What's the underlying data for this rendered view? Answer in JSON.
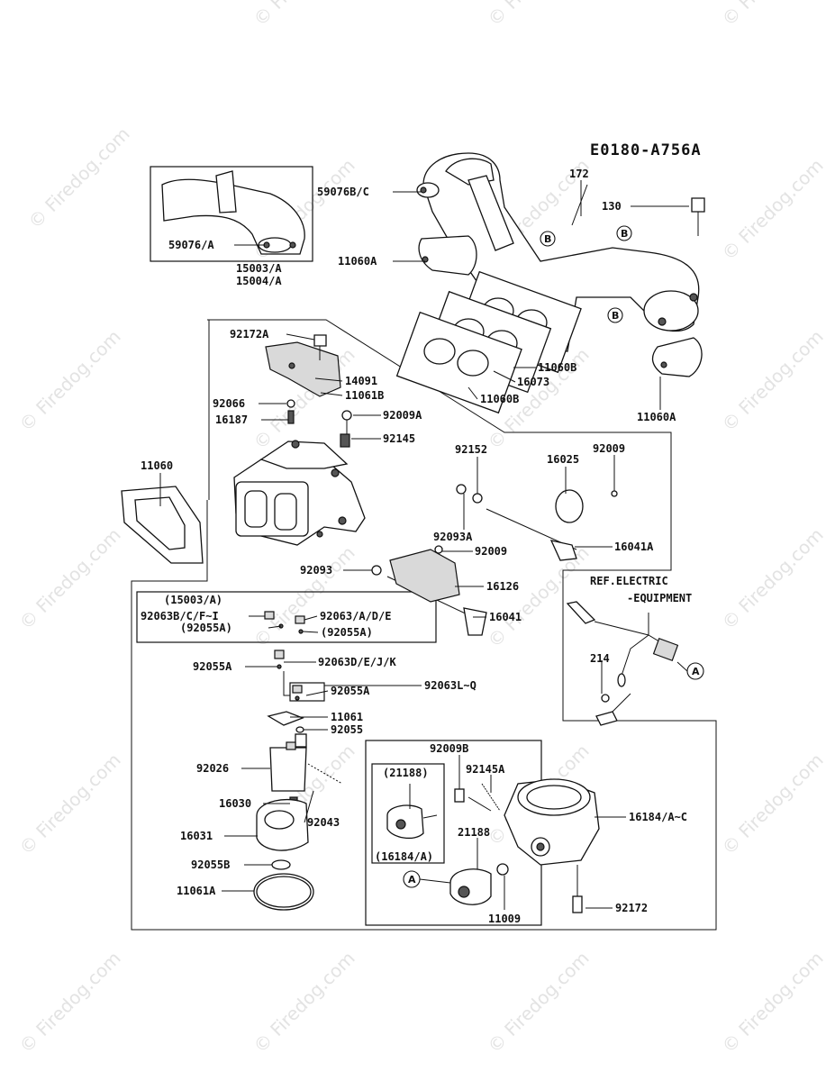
{
  "watermark": "© Firedog.com",
  "diagram_code": "E0180-A756A",
  "labels": {
    "l59076BC": "59076B/C",
    "l59076A": "59076/A",
    "l11060A_1": "11060A",
    "l11060A_2": "11060A",
    "l15003A": "15003/A",
    "l15004A": "15004/A",
    "l172": "172",
    "l130": "130",
    "l92172A": "92172A",
    "l14091": "14091",
    "l11061B": "11061B",
    "l92066": "92066",
    "l16187": "16187",
    "l92009A": "92009A",
    "l92145": "92145",
    "l11060B_1": "11060B",
    "l16073": "16073",
    "l11060B_2": "11060B",
    "l11060": "11060",
    "l92152": "92152",
    "l92009": "92009",
    "l16025": "16025",
    "l92093A": "92093A",
    "l16041A": "16041A",
    "l92009b": "92009",
    "l92093": "92093",
    "l16126": "16126",
    "l16041": "16041",
    "l15003Ap": "(15003/A)",
    "l92063BCFI": "92063B/C/F~I",
    "l92055Ap": "(92055A)",
    "l92063ADE": "92063/A/D/E",
    "l92055Ap2": "(92055A)",
    "l92055A_1": "92055A",
    "l92063DEJK": "92063D/E/J/K",
    "l92055A_2": "92055A",
    "l92063LQ": "92063L~Q",
    "l11061": "11061",
    "l92055": "92055",
    "l92026": "92026",
    "l16030": "16030",
    "l92043": "92043",
    "l16031": "16031",
    "l92055B": "92055B",
    "l11061A": "11061A",
    "l92009B": "92009B",
    "l92145A": "92145A",
    "l21188p": "(21188)",
    "l21188": "21188",
    "l16184Ap": "(16184/A)",
    "l16184AC": "16184/A~C",
    "l11009": "11009",
    "l92172": "92172",
    "lRefElec": "REF.ELECTRIC",
    "lEquip": "-EQUIPMENT",
    "l214": "214"
  },
  "callouts": {
    "b": "B",
    "a": "A"
  }
}
